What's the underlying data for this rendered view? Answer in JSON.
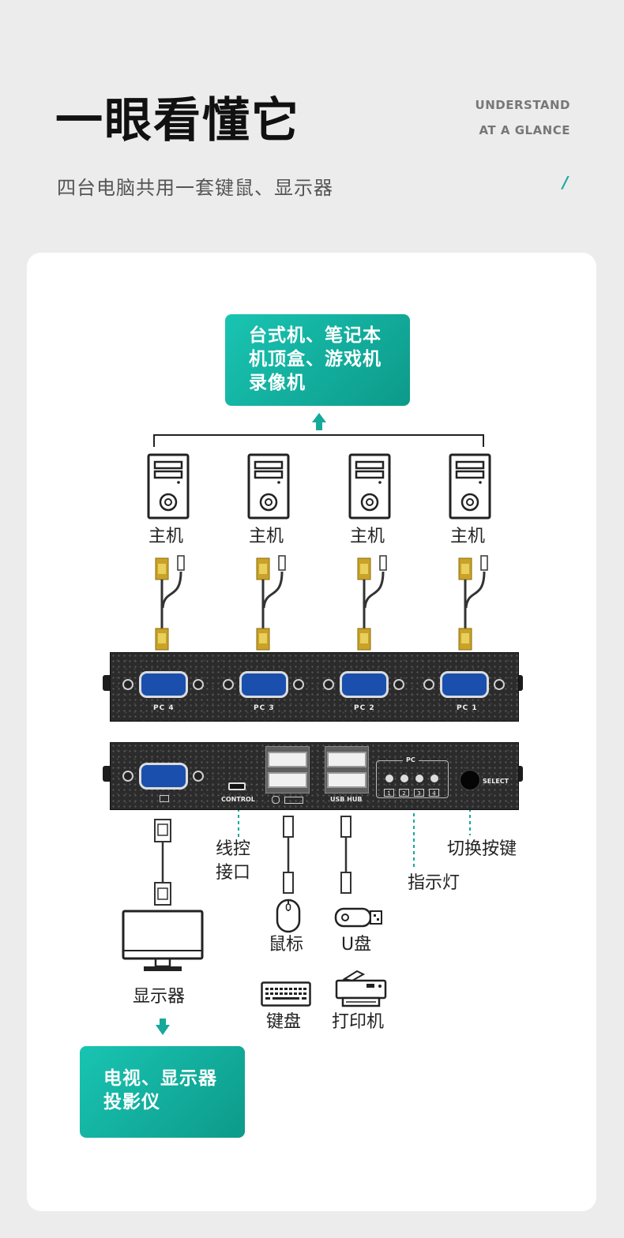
{
  "header": {
    "title": "一眼看懂它",
    "en_line1": "UNDERSTAND",
    "en_line2": "AT A GLANCE",
    "subtitle": "四台电脑共用一套键鼠、显示器",
    "accent_mark": "/"
  },
  "top_box": {
    "lines": [
      "台式机、笔记本",
      "机顶盒、游戏机",
      "录像机"
    ]
  },
  "hosts": [
    {
      "label": "主机"
    },
    {
      "label": "主机"
    },
    {
      "label": "主机"
    },
    {
      "label": "主机"
    }
  ],
  "back_panel": {
    "ports": [
      "PC 4",
      "PC 3",
      "PC 2",
      "PC 1"
    ]
  },
  "front_panel": {
    "control_label": "CONTROL",
    "usb_hub_label": "USB HUB",
    "pc_label": "PC",
    "leds": [
      "1",
      "2",
      "3",
      "4"
    ],
    "select_label": "SELECT"
  },
  "callouts": {
    "wire_control": [
      "线控",
      "接口"
    ],
    "indicator": "指示灯",
    "switch_button": "切换按键"
  },
  "peripherals": {
    "monitor": "显示器",
    "mouse": "鼠标",
    "udisk": "U盘",
    "keyboard": "键盘",
    "printer": "打印机"
  },
  "bottom_box": {
    "lines": [
      "电视、显示器",
      "投影仪"
    ]
  },
  "colors": {
    "accent": "#16a99a",
    "teal_start": "#19c4b2",
    "teal_end": "#0d9a8a",
    "vga_blue": "#1a4fae",
    "connector_gold": "#c9a227"
  }
}
